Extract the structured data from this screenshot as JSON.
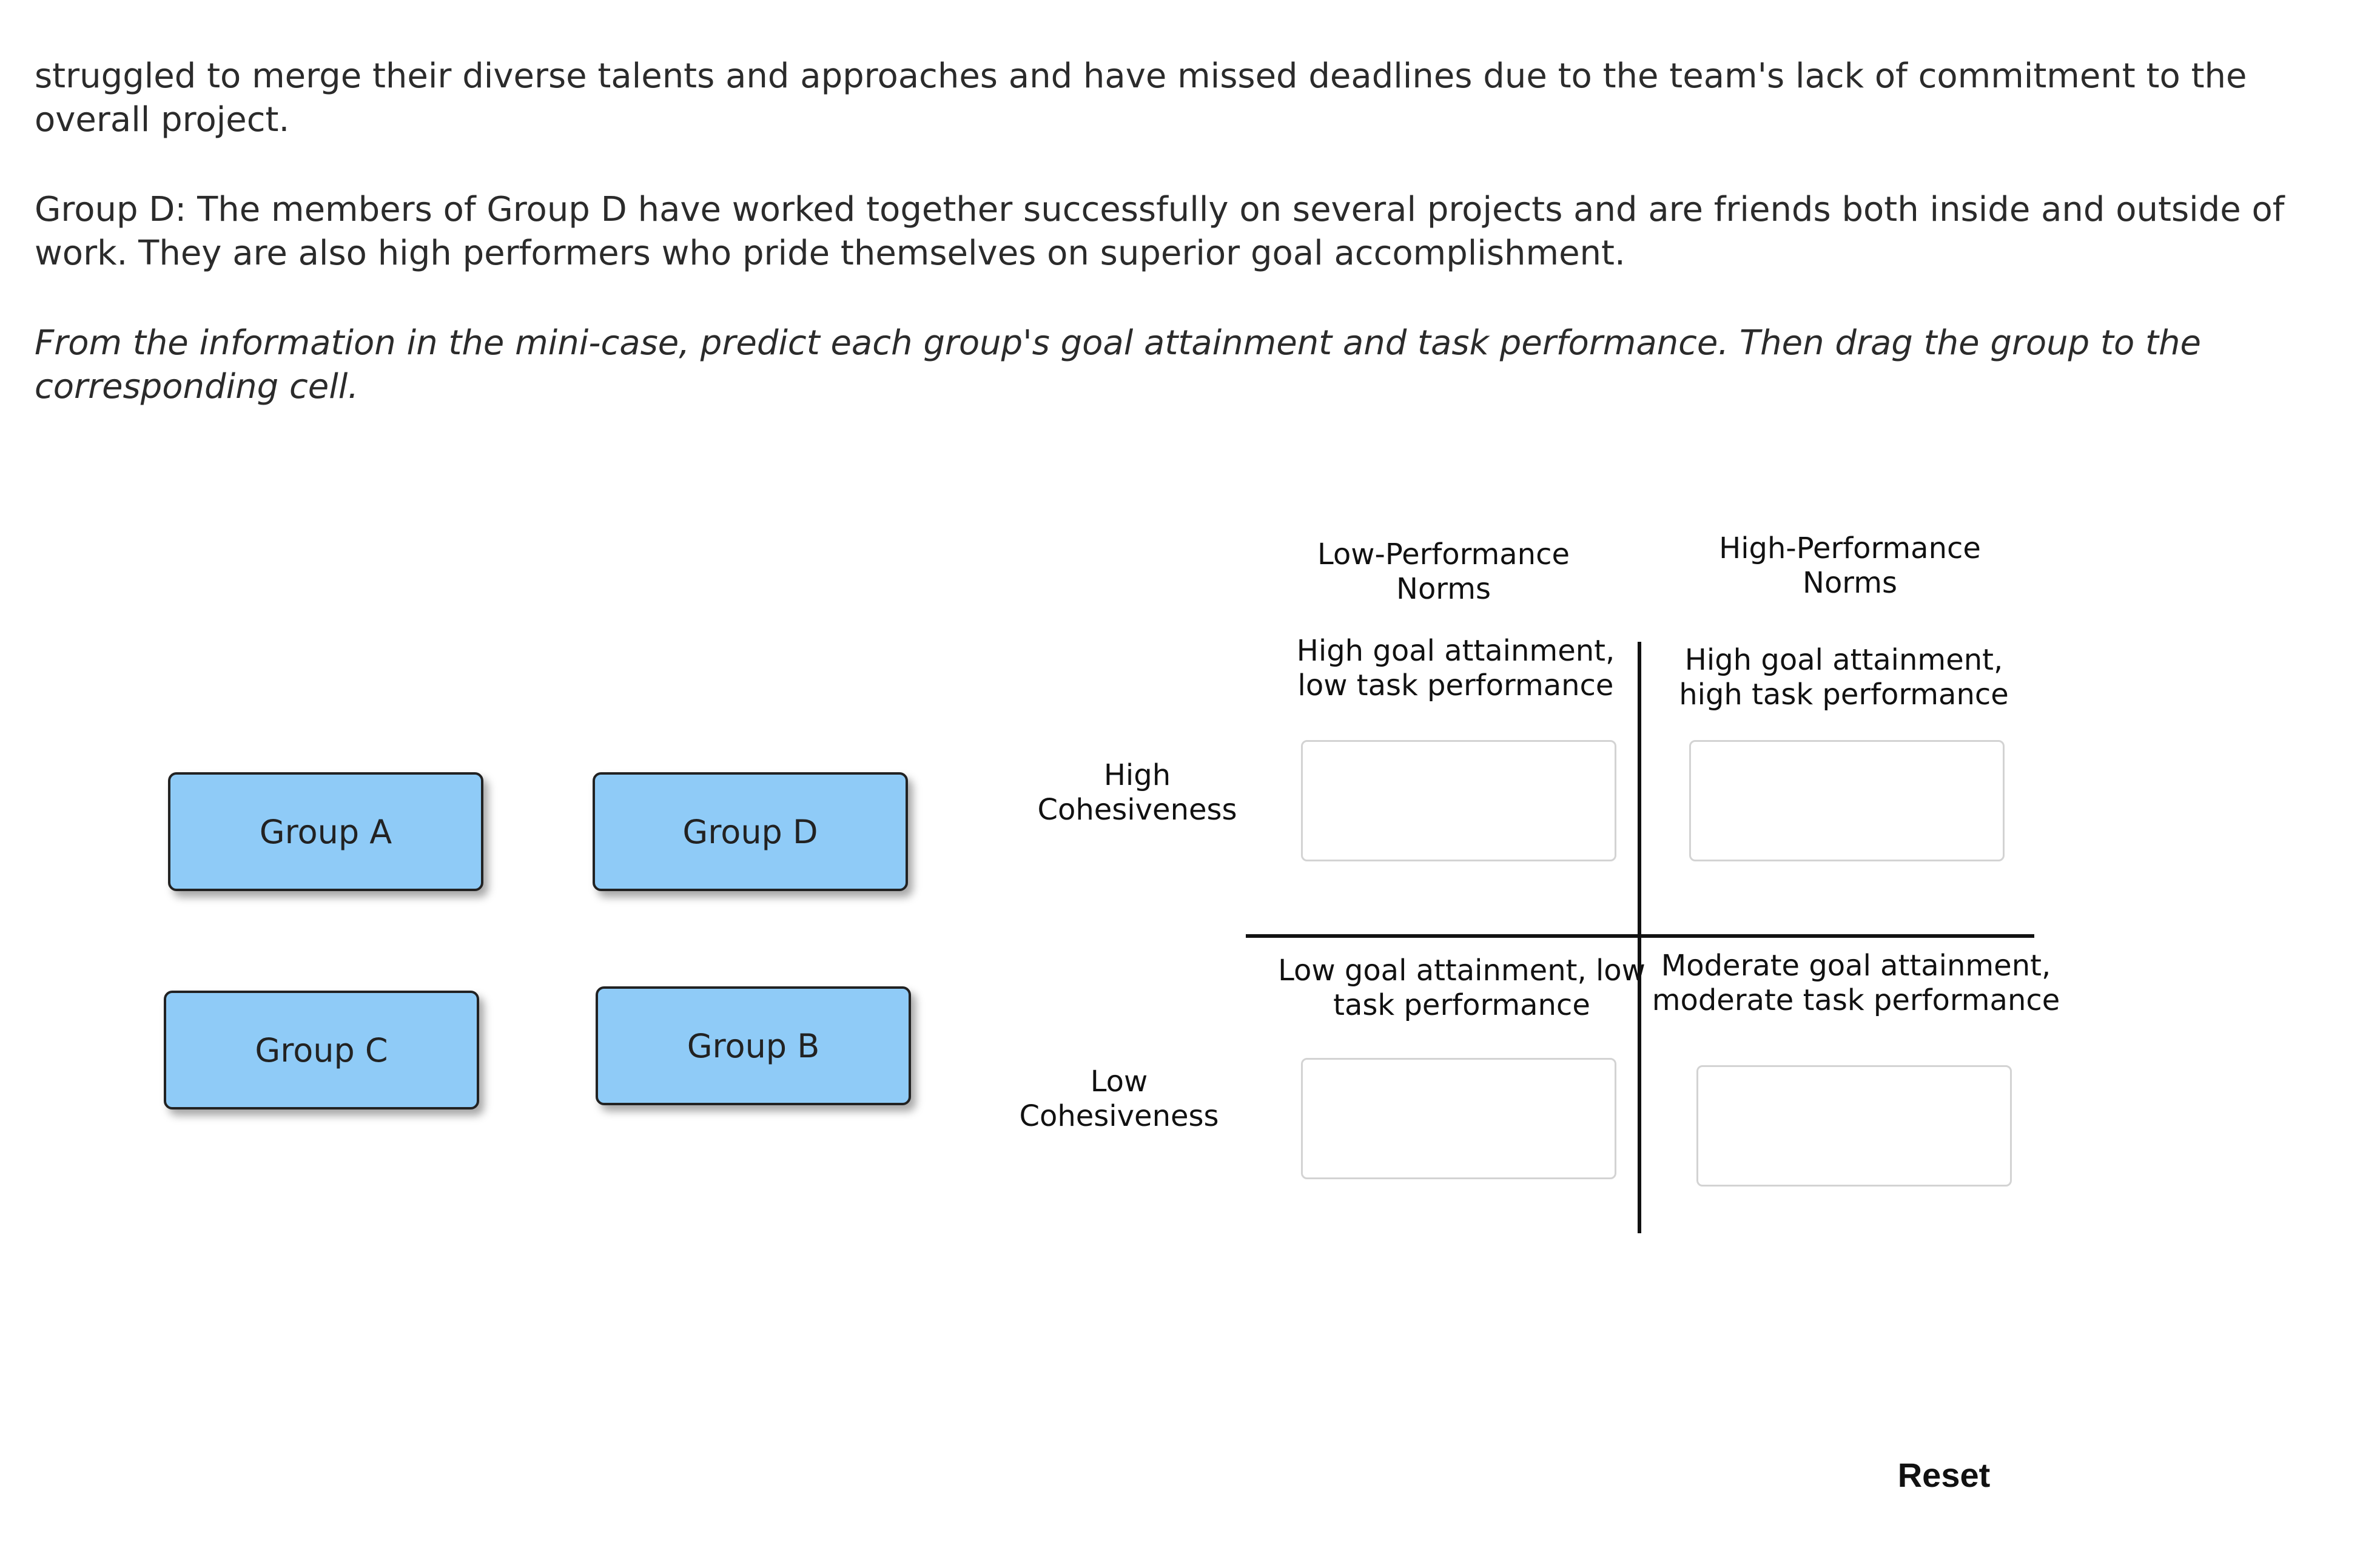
{
  "case_text": {
    "paragraph_1": "struggled to merge their diverse talents and approaches and have missed deadlines due to the team's lack of commitment to the overall project.",
    "paragraph_2": "Group D: The members of Group D have worked together successfully on several projects and are friends both inside and outside of work. They are also high performers who pride themselves on superior goal accomplishment.",
    "instruction": "From the information in the mini-case, predict each group's goal attainment and task performance. Then drag the group to the corresponding cell."
  },
  "draggables": {
    "group_a": "Group A",
    "group_d": "Group D",
    "group_c": "Group C",
    "group_b": "Group B"
  },
  "matrix": {
    "columns": {
      "low_norms": "Low-Performance Norms",
      "high_norms": "High-Performance Norms"
    },
    "rows": {
      "high_cohesiveness": "High Cohesiveness",
      "low_cohesiveness": "Low Cohesiveness"
    },
    "cells": {
      "high_cohesion_low_norms": "High goal attainment, low task performance",
      "high_cohesion_high_norms": "High goal attainment, high task performance",
      "low_cohesion_low_norms": "Low goal attainment, low task performance",
      "low_cohesion_high_norms": "Moderate goal attainment, moderate task performance"
    }
  },
  "controls": {
    "reset_label": "Reset"
  },
  "colors": {
    "draggable_fill": "#8fcbf7",
    "dropzone_border": "#d3d3d3",
    "axis": "#111111"
  }
}
